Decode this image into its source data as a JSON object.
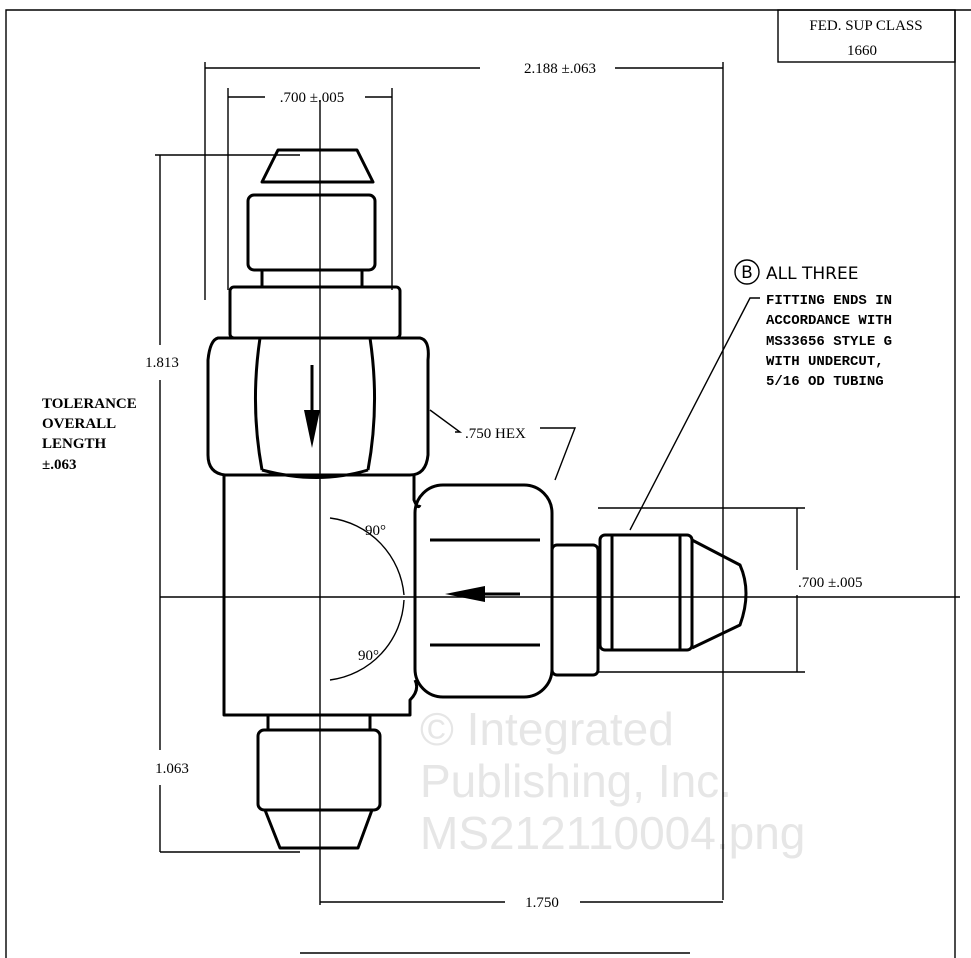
{
  "title_block": {
    "line1": "FED. SUP CLASS",
    "line2": "1660"
  },
  "dimensions": {
    "overall_width": "2.188 ±.063",
    "top_fitting_hex": ".700 ±.005",
    "right_fitting_hex": ".700 ±.005",
    "upper_length": "1.813",
    "lower_length": "1.063",
    "side_length": "1.750",
    "hex_size": ".750 HEX",
    "angle_upper": "90°",
    "angle_lower": "90°"
  },
  "tolerance_note": {
    "lines": [
      "TOLERANCE",
      "OVERALL",
      "LENGTH",
      "±.063"
    ]
  },
  "callout": {
    "marker": "B",
    "heading": "ALL THREE",
    "lines": [
      "FITTING ENDS IN",
      "ACCORDANCE WITH",
      "MS33656 STYLE G",
      "WITH UNDERCUT,",
      "5/16 OD TUBING"
    ]
  },
  "watermark": {
    "lines": [
      "© Integrated",
      "Publishing, Inc.",
      "MS212110004.png"
    ]
  }
}
